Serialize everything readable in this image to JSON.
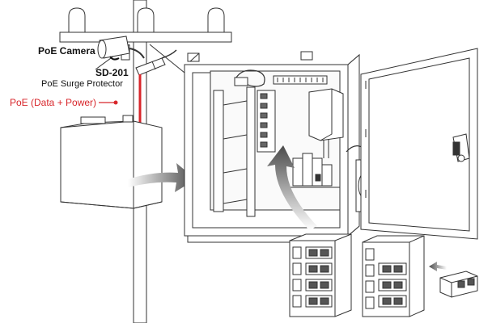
{
  "labels": {
    "camera": "PoE Camera",
    "model": "SD-201",
    "product": "PoE Surge Protector",
    "poe": "PoE (Data + Power)"
  },
  "colors": {
    "poe_line": "#d8262b",
    "outline": "#333333",
    "arrow_fill": "#5a5a5a",
    "background": "#ffffff"
  }
}
